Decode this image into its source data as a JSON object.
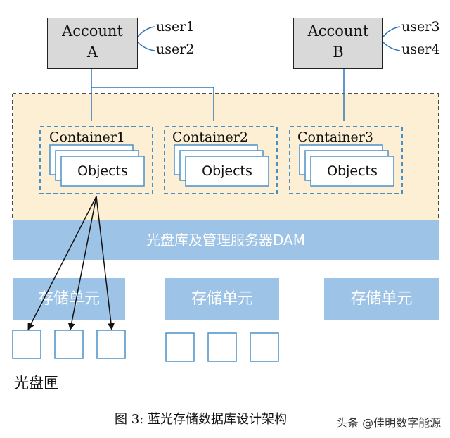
{
  "accounts": [
    {
      "line1": "Account",
      "line2": "A",
      "users": [
        "user1",
        "user2"
      ]
    },
    {
      "line1": "Account",
      "line2": "B",
      "users": [
        "user3",
        "user4"
      ]
    }
  ],
  "containers": [
    {
      "title": "Container1",
      "objects_label": "Objects"
    },
    {
      "title": "Container2",
      "objects_label": "Objects"
    },
    {
      "title": "Container3",
      "objects_label": "Objects"
    }
  ],
  "dam_label": "光盘库及管理服务器DAM",
  "storage_units": [
    "存储单元",
    "存储单元",
    "存储单元"
  ],
  "disc_box_label": "光盘匣",
  "caption": "图 3: 蓝光存储数据库设计架构",
  "watermark": "头条 @佳明数字能源",
  "colors": {
    "zone_fill": "#fdefd3",
    "bar_fill": "#9dc3e6",
    "account_fill": "#d9d9d9",
    "dash_blue": "#4a90c8",
    "line_blue": "#2e75b6"
  }
}
